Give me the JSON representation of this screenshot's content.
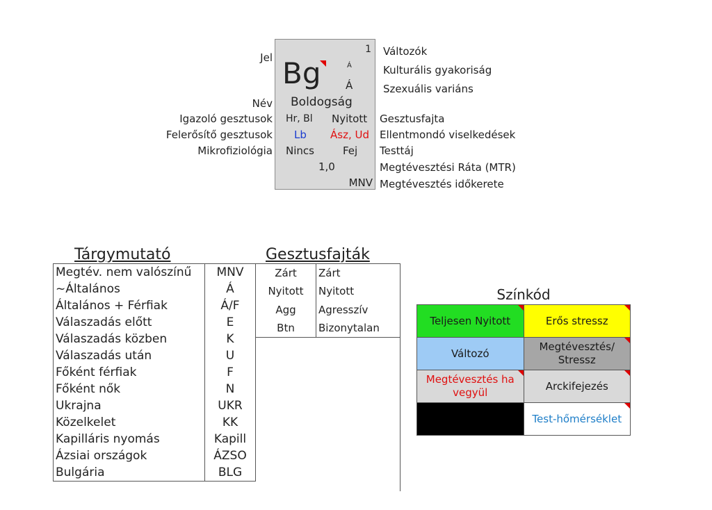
{
  "card": {
    "number": "1",
    "symbol": "Bg",
    "letter_small": "Á",
    "letter_large": "Á",
    "name": "Boldogság",
    "confirming": "Hr, Bl",
    "gesture_type_value": "Nyitott",
    "amplifying": "Lb",
    "contradicting": "Ász, Ud",
    "microphysiology": "Nincs",
    "body_part": "Fej",
    "mtr": "1,0",
    "timeframe": "MNV",
    "colors": {
      "background": "#d9d9d9",
      "blue_text": "#1a3ccf",
      "red_text": "#e01010",
      "marker": "#e00000"
    }
  },
  "left_labels": {
    "jel": "Jel",
    "nev": "Név",
    "igazolo": "Igazoló gesztusok",
    "felerosito": "Felerősítő gesztusok",
    "mikro": "Mikrofiziológia"
  },
  "right_labels": {
    "valtozok": "Változók",
    "kulturalis": "Kulturális gyakoriság",
    "szexualis": "Szexuális variáns",
    "gesztusfajta": "Gesztusfajta",
    "ellentmondo": "Ellentmondó viselkedések",
    "testtaj": "Testtáj",
    "mtr": "Megtévesztési Ráta (MTR)",
    "idokeret": "Megtévesztés időkerete"
  },
  "targymutato": {
    "title": "Tárgymutató",
    "rows": [
      {
        "label": "Megtév. nem valószínű",
        "code": "MNV"
      },
      {
        "label": "~Általános",
        "code": "Á"
      },
      {
        "label": "Általános + Férfiak",
        "code": "Á/F"
      },
      {
        "label": "Válaszadás előtt",
        "code": "E"
      },
      {
        "label": "Válaszadás közben",
        "code": "K"
      },
      {
        "label": "Válaszadás után",
        "code": "U"
      },
      {
        "label": "Főként férfiak",
        "code": "F"
      },
      {
        "label": "Főként nők",
        "code": "N"
      },
      {
        "label": "Ukrajna",
        "code": "UKR"
      },
      {
        "label": "Közelkelet",
        "code": "KK"
      },
      {
        "label": "Kapilláris nyomás",
        "code": "Kapill"
      },
      {
        "label": "Ázsiai országok",
        "code": "ÁZSO"
      },
      {
        "label": "Bulgária",
        "code": "BLG"
      }
    ]
  },
  "gesztusfajtak": {
    "title": "Gesztusfajták",
    "rows": [
      {
        "abbr": "Zárt",
        "full": "Zárt"
      },
      {
        "abbr": "Nyitott",
        "full": "Nyitott"
      },
      {
        "abbr": "Agg",
        "full": "Agresszív"
      },
      {
        "abbr": "Btn",
        "full": "Bizonytalan"
      }
    ]
  },
  "szinkod": {
    "title": "Színkód",
    "cells": [
      {
        "text": "Teljesen Nyitott",
        "bg": "#22dd22",
        "color": "#1a1a1a",
        "marker": true
      },
      {
        "text": "Erős stressz",
        "bg": "#ffff00",
        "color": "#1a1a1a",
        "marker": true
      },
      {
        "text": "Változó",
        "bg": "#9ecbf5",
        "color": "#1a1a1a",
        "marker": false
      },
      {
        "text": "Megtévesztés/ Stressz",
        "bg": "#a6a6a6",
        "color": "#1a1a1a",
        "marker": true
      },
      {
        "text": "Megtévesztés ha vegyül",
        "bg": "#d9d9d9",
        "color": "#e01010",
        "marker": true
      },
      {
        "text": "Arckifejezés",
        "bg": "#d9d9d9",
        "color": "#1a1a1a",
        "marker": true
      },
      {
        "text": "",
        "bg": "#000000",
        "color": "#ffffff",
        "marker": false
      },
      {
        "text": "Test-hőmérséklet",
        "bg": "#ffffff",
        "color": "#1e7ec8",
        "marker": true
      }
    ]
  }
}
